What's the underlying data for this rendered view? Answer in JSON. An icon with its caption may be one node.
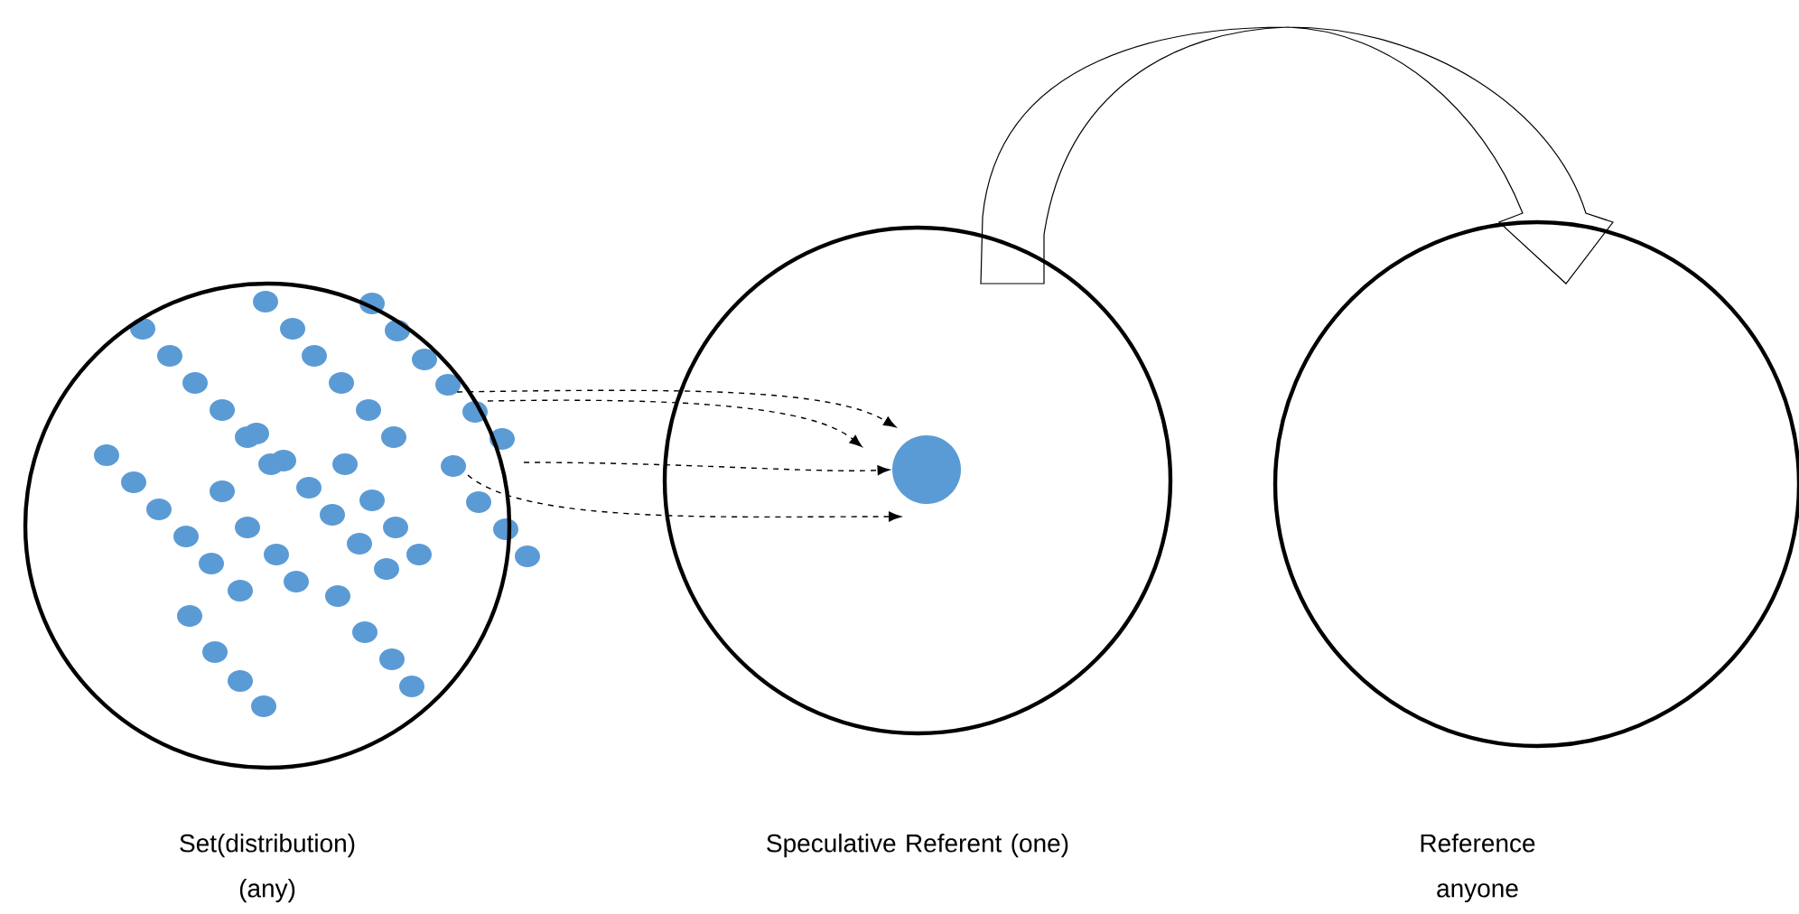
{
  "diagram": {
    "nodes": [
      {
        "text": [
          "Set(distribution) (any)"
        ]
      },
      {
        "text": [
          "Speculative Referent (one)"
        ]
      },
      {
        "text": [
          "Reference anyone"
        ]
      },
      {
        "text": [],
        "shape": "circle",
        "in": 1
      }
    ],
    "edges": [
      {
        "from": 0,
        "to": 3,
        "arrow": "to",
        "style": "dashed"
      },
      {
        "from": 0,
        "to": 3,
        "arrow": "to",
        "style": "dashed"
      },
      {
        "from": 0,
        "to": 3,
        "arrow": "to",
        "style": "dashed"
      },
      {
        "from": 0,
        "to": 3,
        "arrow": "to",
        "style": "dashed"
      },
      {
        "from": 1,
        "to": 2,
        "arrow": "to"
      }
    ]
  }
}
